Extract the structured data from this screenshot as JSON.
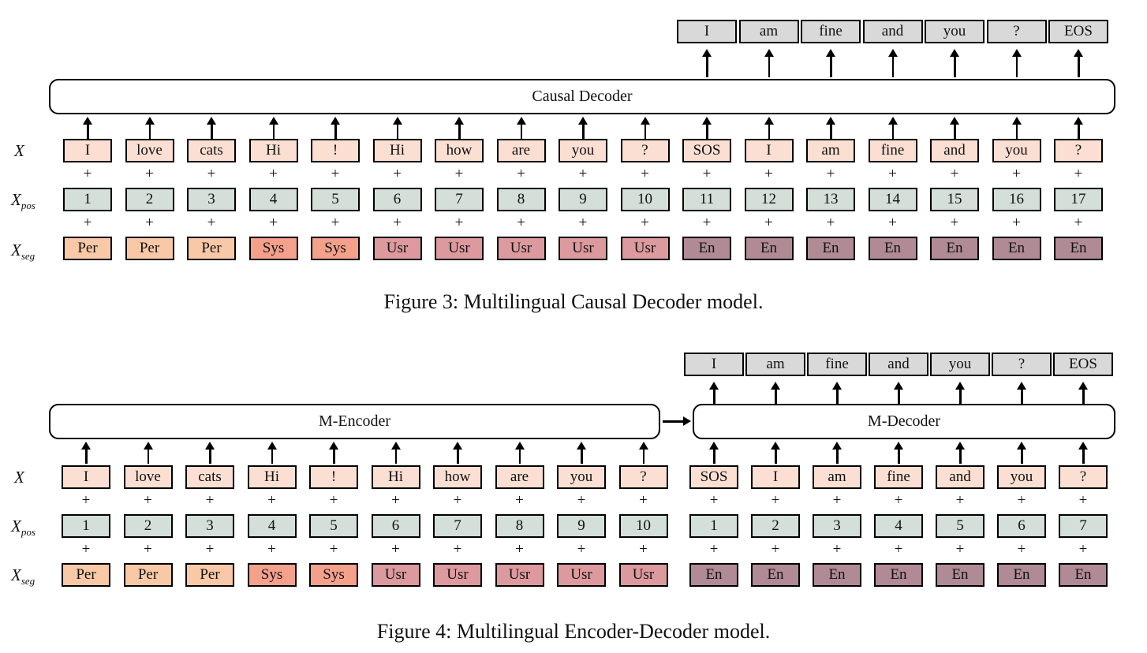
{
  "figures": [
    {
      "id": "causal",
      "caption": "Figure 3: Multilingual Causal Decoder model.",
      "module_label": "Causal Decoder",
      "row_labels": {
        "x": "X",
        "pos_base": "X",
        "pos_sub": "pos",
        "seg_base": "X",
        "seg_sub": "seg"
      },
      "outputs": [
        "I",
        "am",
        "fine",
        "and",
        "you",
        "?",
        "EOS"
      ],
      "x_tokens": [
        "I",
        "love",
        "cats",
        "Hi",
        "!",
        "Hi",
        "how",
        "are",
        "you",
        "?",
        "SOS",
        "I",
        "am",
        "fine",
        "and",
        "you",
        "?"
      ],
      "pos_tokens": [
        "1",
        "2",
        "3",
        "4",
        "5",
        "6",
        "7",
        "8",
        "9",
        "10",
        "11",
        "12",
        "13",
        "14",
        "15",
        "16",
        "17"
      ],
      "seg_tokens": [
        "Per",
        "Per",
        "Per",
        "Sys",
        "Sys",
        "Usr",
        "Usr",
        "Usr",
        "Usr",
        "Usr",
        "En",
        "En",
        "En",
        "En",
        "En",
        "En",
        "En"
      ],
      "seg_classes": [
        "per",
        "per",
        "per",
        "sys",
        "sys",
        "usr",
        "usr",
        "usr",
        "usr",
        "usr",
        "en",
        "en",
        "en",
        "en",
        "en",
        "en",
        "en"
      ],
      "plus_symbol": "+"
    },
    {
      "id": "encdec",
      "caption": "Figure 4: Multilingual Encoder-Decoder model.",
      "encoder_label": "M-Encoder",
      "decoder_label": "M-Decoder",
      "row_labels": {
        "x": "X",
        "pos_base": "X",
        "pos_sub": "pos",
        "seg_base": "X",
        "seg_sub": "seg"
      },
      "outputs": [
        "I",
        "am",
        "fine",
        "and",
        "you",
        "?",
        "EOS"
      ],
      "enc_x_tokens": [
        "I",
        "love",
        "cats",
        "Hi",
        "!",
        "Hi",
        "how",
        "are",
        "you",
        "?"
      ],
      "enc_pos_tokens": [
        "1",
        "2",
        "3",
        "4",
        "5",
        "6",
        "7",
        "8",
        "9",
        "10"
      ],
      "enc_seg_tokens": [
        "Per",
        "Per",
        "Per",
        "Sys",
        "Sys",
        "Usr",
        "Usr",
        "Usr",
        "Usr",
        "Usr"
      ],
      "enc_seg_classes": [
        "per",
        "per",
        "per",
        "sys",
        "sys",
        "usr",
        "usr",
        "usr",
        "usr",
        "usr"
      ],
      "dec_x_tokens": [
        "SOS",
        "I",
        "am",
        "fine",
        "and",
        "you",
        "?"
      ],
      "dec_pos_tokens": [
        "1",
        "2",
        "3",
        "4",
        "5",
        "6",
        "7"
      ],
      "dec_seg_tokens": [
        "En",
        "En",
        "En",
        "En",
        "En",
        "En",
        "En"
      ],
      "dec_seg_classes": [
        "en",
        "en",
        "en",
        "en",
        "en",
        "en",
        "en"
      ],
      "plus_symbol": "+"
    }
  ],
  "colors": {
    "x_fill": "#fbdfd2",
    "pos_fill": "#d3dfd8",
    "per_fill": "#f9c9a7",
    "sys_fill": "#f4a18c",
    "usr_fill": "#dd9a9e",
    "en_fill": "#b08b95",
    "output_fill": "#d9d9d9",
    "border": "#000000"
  }
}
